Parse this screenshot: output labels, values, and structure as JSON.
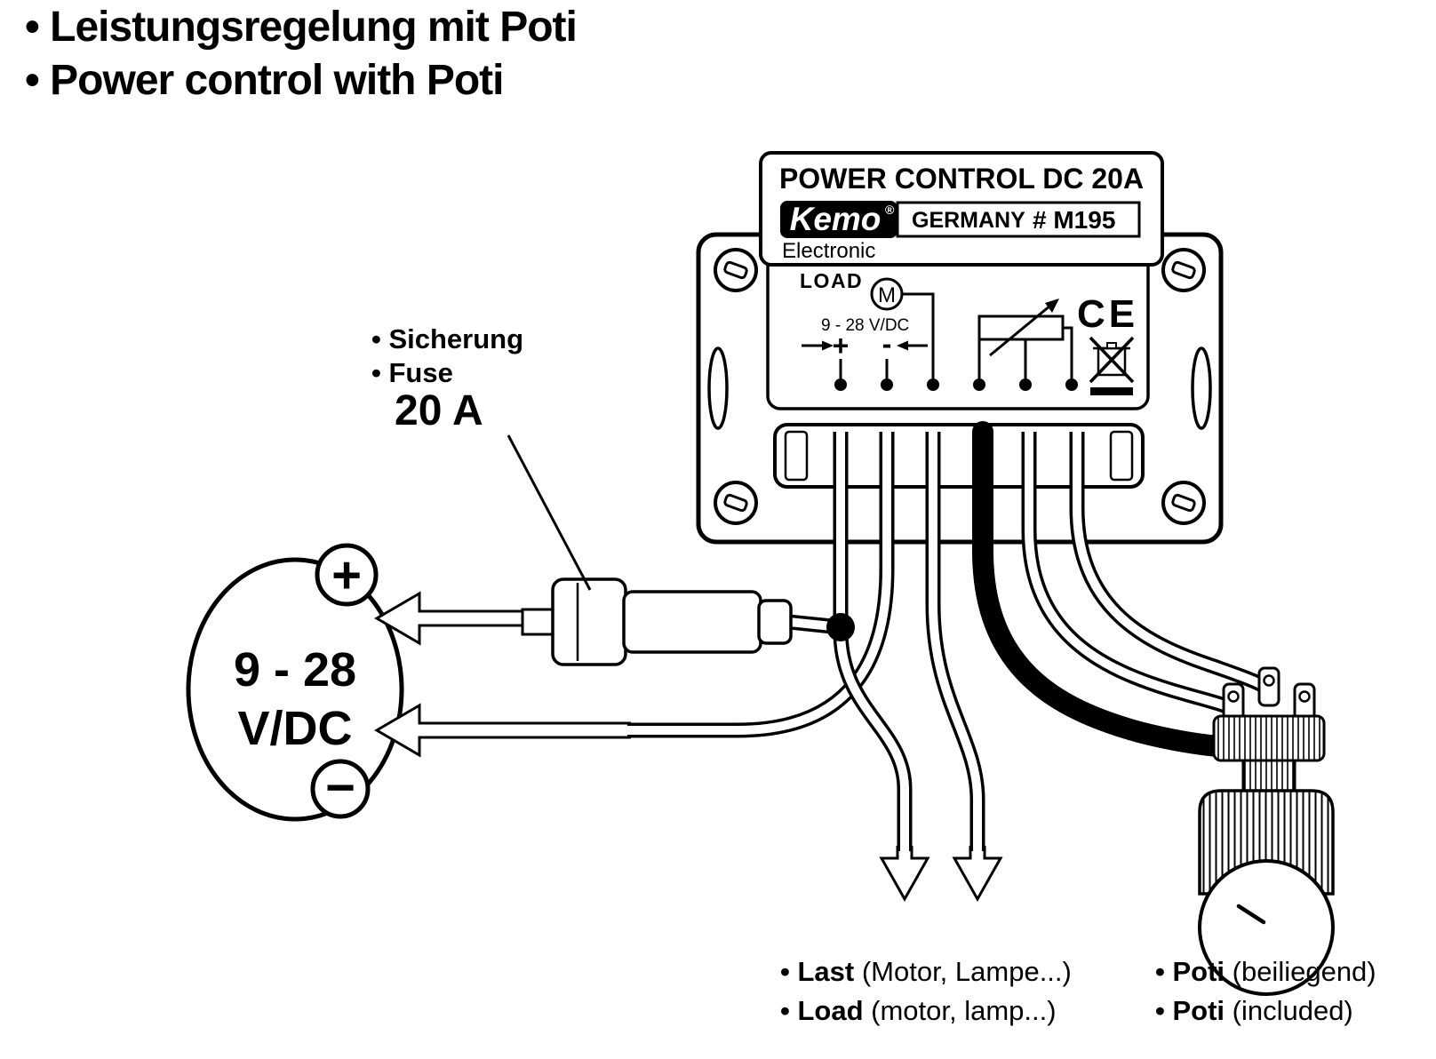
{
  "title": {
    "line1": "• Leistungsregelung mit Poti",
    "line2": "• Power control with Poti"
  },
  "device": {
    "header": "POWER CONTROL DC 20A",
    "brand": {
      "name": "Kemo",
      "registered": "®",
      "sub": "Electronic",
      "country": "GERMANY",
      "model": "# M195"
    },
    "print": {
      "load": "LOAD",
      "motor": "M",
      "voltage": "9 - 28 V/DC",
      "plus": "+",
      "minus": "-",
      "ce": "CE"
    }
  },
  "fuse": {
    "label_de": "• Sicherung",
    "label_en": "• Fuse",
    "rating": "20 A"
  },
  "source": {
    "line1": "9 - 28",
    "line2": "V/DC",
    "plus": "+",
    "minus": "−"
  },
  "annotations": {
    "load_de": {
      "bold": "• Last",
      "rest": " (Motor, Lampe...)"
    },
    "load_en": {
      "bold": "• Load",
      "rest": " (motor, lamp...)"
    },
    "poti_de": {
      "bold": "• Poti",
      "rest": " (beiliegend)"
    },
    "poti_en": {
      "bold": "• Poti",
      "rest": " (included)"
    }
  },
  "colors": {
    "ink": "#000000",
    "paper": "#ffffff"
  }
}
